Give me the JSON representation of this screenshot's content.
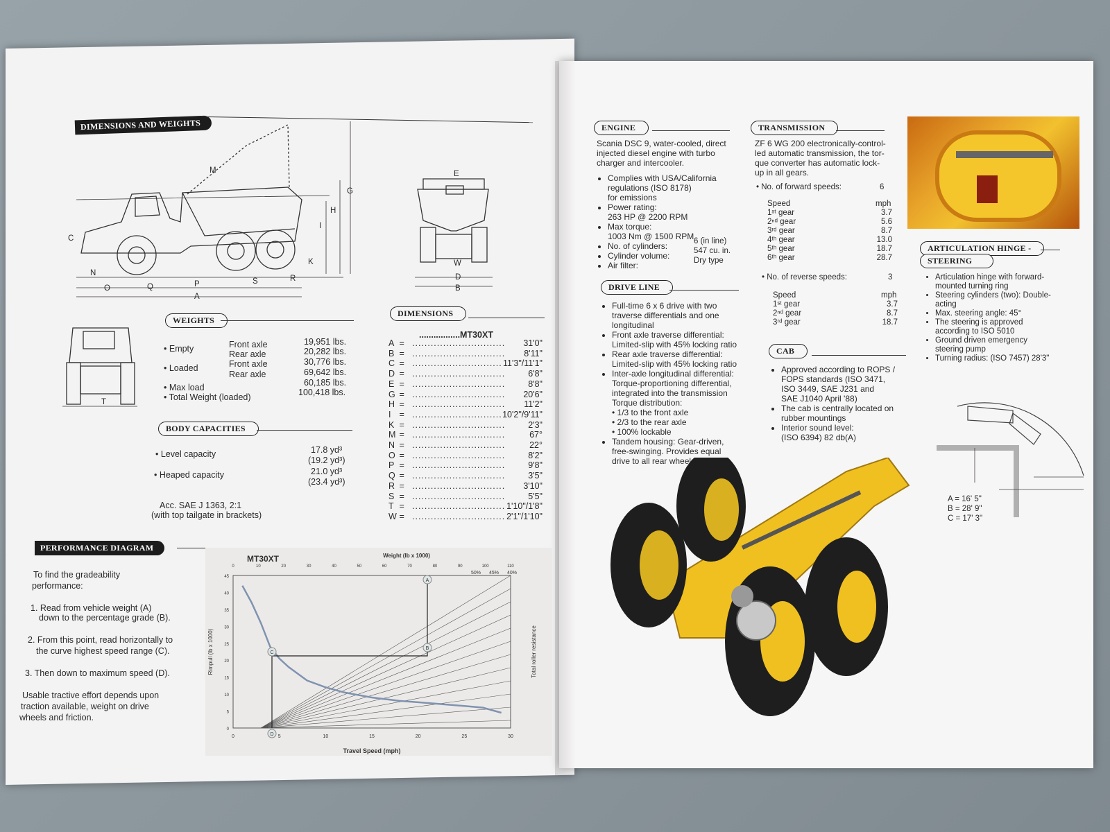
{
  "left": {
    "dimensions_weights_header": "DIMENSIONS AND WEIGHTS",
    "side_letters": [
      "M",
      "G",
      "H",
      "I",
      "C",
      "K",
      "N",
      "O",
      "Q",
      "P",
      "S",
      "R",
      "A",
      "E",
      "D",
      "B",
      "W",
      "T"
    ],
    "weights": {
      "header": "WEIGHTS",
      "empty": "Empty",
      "loaded": "Loaded",
      "max_load": "Max load",
      "total": "Total Weight (loaded)",
      "front_axle_1": "Front axle",
      "rear_axle_1": "Rear axle",
      "front_axle_2": "Front axle",
      "rear_axle_2": "Rear axle",
      "v1": "19,951 lbs.",
      "v2": "20,282 lbs.",
      "v3": "30,776 lbs.",
      "v4": "69,642 lbs.",
      "v5": "60,185 lbs.",
      "v6": "100,418 lbs."
    },
    "body": {
      "header": "BODY CAPACITIES",
      "level": "Level capacity",
      "heaped": "Heaped capacity",
      "level_v1": "17.8 yd³",
      "level_v2": "(19.2 yd³)",
      "heaped_v1": "21.0 yd³",
      "heaped_v2": "(23.4 yd³)",
      "note1": "Acc. SAE J 1363, 2:1",
      "note2": "(with top tailgate in brackets)"
    },
    "dimensions": {
      "header": "DIMENSIONS",
      "model": "MT30XT",
      "rows": [
        {
          "k": "A",
          "v": "31'0\""
        },
        {
          "k": "B",
          "v": "8'11\""
        },
        {
          "k": "C",
          "v": "11'3\"/11'1\""
        },
        {
          "k": "D",
          "v": "6'8\""
        },
        {
          "k": "E",
          "v": "8'8\""
        },
        {
          "k": "G",
          "v": "20'6\""
        },
        {
          "k": "H",
          "v": "11'2\""
        },
        {
          "k": "I",
          "v": "10'2\"/9'11\""
        },
        {
          "k": "K",
          "v": "2'3\""
        },
        {
          "k": "M",
          "v": "67°"
        },
        {
          "k": "N",
          "v": "22°"
        },
        {
          "k": "O",
          "v": "8'2\""
        },
        {
          "k": "P",
          "v": "9'8\""
        },
        {
          "k": "Q",
          "v": "3'5\""
        },
        {
          "k": "R",
          "v": "3'10\""
        },
        {
          "k": "S",
          "v": "5'5\""
        },
        {
          "k": "T",
          "v": "1'10\"/1'8\""
        },
        {
          "k": "W",
          "v": "2'1\"/1'10\""
        }
      ]
    },
    "performance": {
      "header": "PERFORMANCE DIAGRAM",
      "intro1": "To find the gradeability",
      "intro2": "performance:",
      "step1a": "1. Read from vehicle weight (A)",
      "step1b": "down to the percentage grade (B).",
      "step2a": "2. From this point, read horizontally to",
      "step2b": "the curve highest speed range (C).",
      "step3": "3. Then down to maximum speed (D).",
      "note1": "Usable tractive effort depends upon",
      "note2": "traction available, weight on drive",
      "note3": "wheels and friction."
    }
  },
  "chart_data": {
    "type": "line",
    "title": "MT30XT",
    "top_axis_label": "Weight (lb x 1000)",
    "xlabel": "Travel Speed (mph)",
    "ylabel": "Rimpull (lb x 1000)",
    "right_label": "Total roller resistance",
    "x_ticks": [
      "0",
      "5",
      "10",
      "15",
      "20",
      "25",
      "30"
    ],
    "y_ticks": [
      "0",
      "5",
      "10",
      "15",
      "20",
      "25",
      "30",
      "35",
      "40",
      "45"
    ],
    "top_ticks": [
      "0",
      "10",
      "20",
      "30",
      "40",
      "50",
      "60",
      "70",
      "80",
      "90",
      "100",
      "110"
    ],
    "grade_labels": [
      "50%",
      "45%",
      "40%"
    ],
    "point_labels": [
      "A",
      "B",
      "C",
      "D"
    ],
    "xlim": [
      0,
      30
    ],
    "ylim": [
      0,
      45
    ],
    "series": [
      {
        "values": [
          [
            1,
            42
          ],
          [
            2,
            37
          ],
          [
            3,
            31
          ],
          [
            4,
            24
          ],
          [
            5,
            20.5
          ],
          [
            6,
            18
          ],
          [
            8,
            14
          ],
          [
            10,
            12
          ],
          [
            12,
            10.5
          ],
          [
            15,
            9
          ],
          [
            18,
            8
          ],
          [
            20,
            7.6
          ],
          [
            25,
            6.5
          ],
          [
            27,
            6
          ],
          [
            29,
            4.5
          ]
        ]
      }
    ],
    "reading_path": {
      "weight_x": 20.5,
      "grade_y": 20.5,
      "speed_x": 4.2
    }
  },
  "right": {
    "engine": {
      "header": "ENGINE",
      "p1": "Scania DSC 9, water-cooled, direct",
      "p2": "injected diesel engine with turbo",
      "p3": "charger and intercooler.",
      "b1a": "Complies with USA/California",
      "b1b": "regulations (ISO 8178)",
      "b1c": "for emissions",
      "b2a": "Power rating:",
      "b2b": "263 HP @ 2200 RPM",
      "b3a": "Max torque:",
      "b3b": "1003 Nm @ 1500 RPM",
      "b4k": "No. of cylinders:",
      "b4v": "6 (in line)",
      "b5k": "Cylinder volume:",
      "b5v": "547 cu. in.",
      "b6k": "Air filter:",
      "b6v": "Dry type"
    },
    "drive": {
      "header": "DRIVE LINE",
      "l1": "Full-time 6 x 6 drive with two",
      "l2": "traverse differentials and one",
      "l3": "longitudinal",
      "l4": "Front axle traverse differential:",
      "l5": "Limited-slip with 45% locking ratio",
      "l6": "Rear axle traverse differential:",
      "l7": "Limited-slip with 45% locking ratio",
      "l8": "Inter-axle longitudinal differential:",
      "l9": "Torque-proportioning differential,",
      "l10": "integrated into the transmission",
      "l11": "Torque distribution:",
      "l12": "• 1/3 to the front axle",
      "l13": "• 2/3 to the rear axle",
      "l14": "• 100% lockable",
      "l15": "Tandem housing: Gear-driven,",
      "l16": "free-swinging. Provides equal",
      "l17": "drive to all rear wheels"
    },
    "transmission": {
      "header": "TRANSMISSION",
      "p1": "ZF 6 WG 200 electronically-control-",
      "p2": "led automatic transmission, the tor-",
      "p3": "que converter has automatic lock-",
      "p4": "up in all gears.",
      "fwd_label": "No. of forward speeds:",
      "fwd_val": "6",
      "speed": "Speed",
      "mph": "mph",
      "fwd": [
        {
          "g": "1ˢᵗ gear",
          "v": "3.7"
        },
        {
          "g": "2ⁿᵈ gear",
          "v": "5.6"
        },
        {
          "g": "3ʳᵈ gear",
          "v": "8.7"
        },
        {
          "g": "4ᵗʰ gear",
          "v": "13.0"
        },
        {
          "g": "5ᵗʰ gear",
          "v": "18.7"
        },
        {
          "g": "6ᵗʰ gear",
          "v": "28.7"
        }
      ],
      "rev_label": "No. of reverse speeds:",
      "rev_val": "3",
      "rev": [
        {
          "g": "1ˢᵗ gear",
          "v": "3.7"
        },
        {
          "g": "2ⁿᵈ gear",
          "v": "8.7"
        },
        {
          "g": "3ʳᵈ gear",
          "v": "18.7"
        }
      ]
    },
    "cab": {
      "header": "CAB",
      "l1": "Approved according to ROPS /",
      "l2": "FOPS standards (ISO 3471,",
      "l3": "ISO 3449, SAE J231 and",
      "l4": "SAE J1040 April '88)",
      "l5": "The cab is centrally located on",
      "l6": "rubber mountings",
      "l7": "Interior sound level:",
      "l8": "(ISO 6394) 82 db(A)"
    },
    "steering": {
      "header1": "ARTICULATION HINGE -",
      "header2": "STEERING",
      "l1": "Articulation hinge with forward-",
      "l2": "mounted turning ring",
      "l3": "Steering cylinders (two): Double-",
      "l4": "acting",
      "l5": "Max. steering angle: 45°",
      "l6": "The steering is approved",
      "l7": "according to ISO 5010",
      "l8": "Ground driven emergency",
      "l9": "steering pump",
      "l10": "Turning radius: (ISO 7457) 28'3\"",
      "turn_a": "A = 16' 5\"",
      "turn_b": "B = 28' 9\"",
      "turn_c": "C = 17' 3\""
    }
  },
  "colors": {
    "accent": "#f0c020",
    "dark": "#1c1c1c",
    "paper": "#f4f3f3",
    "curve": "#7f93b0"
  }
}
